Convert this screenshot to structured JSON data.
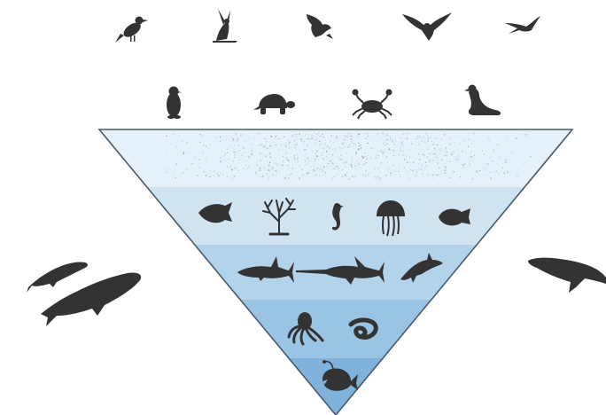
{
  "palette": {
    "silhouette": "#333333",
    "outline": "#4a5a6a",
    "layers": [
      "#e6f0f8",
      "#cfe3f1",
      "#b3d3ea",
      "#99c4e3",
      "#7fb3dc",
      "#6aa6d4"
    ],
    "plankton": "#8a98a8"
  },
  "groups": [
    {
      "name": "birds",
      "icons": [
        "bird-icon",
        "gull-icon",
        "eagle-icon",
        "raptor-icon",
        "swallow-icon"
      ]
    },
    {
      "name": "shore",
      "icons": [
        "penguin-icon",
        "turtle-icon",
        "crab-icon",
        "sea-lion-icon"
      ]
    },
    {
      "name": "layer-1",
      "icons": [
        "plankton-texture"
      ]
    },
    {
      "name": "layer-2",
      "icons": [
        "angelfish-icon",
        "coral-icon",
        "seahorse-icon",
        "jellyfish-icon",
        "reef-fish-icon"
      ]
    },
    {
      "name": "layer-3",
      "icons": [
        "shark-icon",
        "swordfish-icon",
        "dolphin-icon"
      ]
    },
    {
      "name": "layer-4",
      "icons": [
        "octopus-icon",
        "eel-icon"
      ]
    },
    {
      "name": "layer-5",
      "icons": [
        "anglerfish-icon"
      ]
    },
    {
      "name": "outside",
      "icons": [
        "whale-pair-icon",
        "humpback-whale-icon"
      ]
    }
  ]
}
